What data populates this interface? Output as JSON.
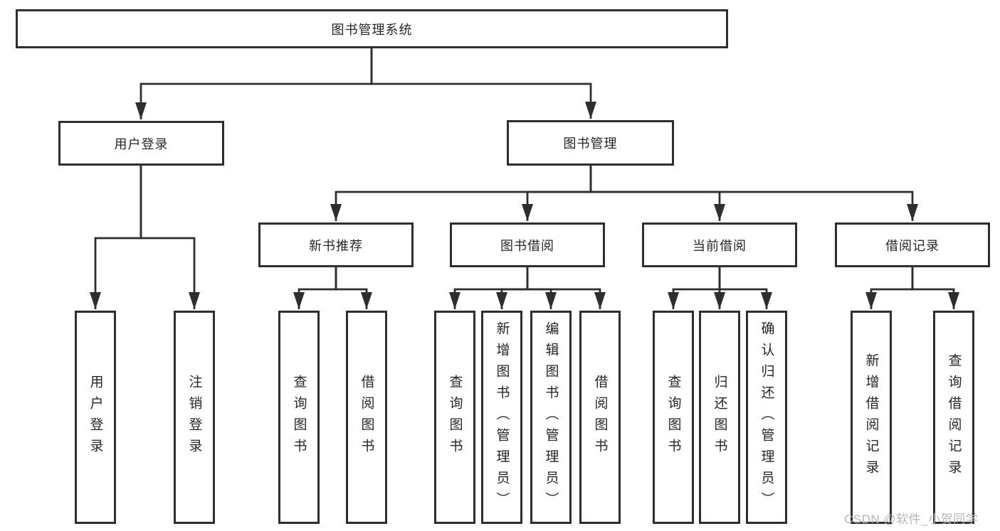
{
  "tree": {
    "root": {
      "label": "图书管理系统"
    },
    "branches": [
      {
        "label": "用户登录",
        "children": [
          {
            "label": "用户登录"
          },
          {
            "label": "注销登录"
          }
        ]
      },
      {
        "label": "图书管理",
        "children": [
          {
            "label": "新书推荐",
            "children": [
              {
                "label": "查询图书"
              },
              {
                "label": "借阅图书"
              }
            ]
          },
          {
            "label": "图书借阅",
            "children": [
              {
                "label": "查询图书"
              },
              {
                "label": "新增图书（管理员）"
              },
              {
                "label": "编辑图书（管理员）"
              },
              {
                "label": "借阅图书"
              }
            ]
          },
          {
            "label": "当前借阅",
            "children": [
              {
                "label": "查询图书"
              },
              {
                "label": "归还图书"
              },
              {
                "label": "确认归还（管理员）"
              }
            ]
          },
          {
            "label": "借阅记录",
            "children": [
              {
                "label": "新增借阅记录"
              },
              {
                "label": "查询借阅记录"
              }
            ]
          }
        ]
      }
    ]
  },
  "watermark": {
    "text": "CSDN @软件_小贺同学"
  },
  "colors": {
    "line": "#2e2e2e",
    "box_border": "#2e2e2e",
    "text": "#262626",
    "watermark": "#b6b6b6",
    "background": "#ffffff"
  }
}
